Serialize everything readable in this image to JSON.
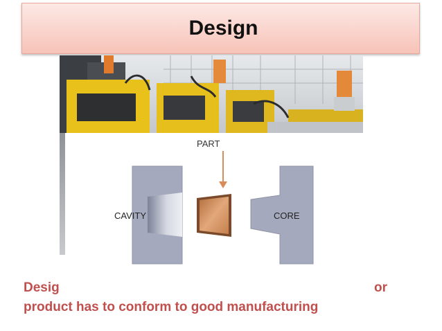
{
  "slide": {
    "title": "Design",
    "body_line1_start": "Desig",
    "body_line1_end": "or",
    "body_line2": "product has to conform to good manufacturing"
  },
  "diagram": {
    "part_label": "PART",
    "cavity_label": "CAVITY",
    "core_label": "CORE"
  },
  "colors": {
    "title_banner": "#f7c3b8",
    "body_text": "#c0504d",
    "mold_gray": "#a5a9bd",
    "part_copper": "#c98a5a",
    "arrow": "#d98b59"
  }
}
